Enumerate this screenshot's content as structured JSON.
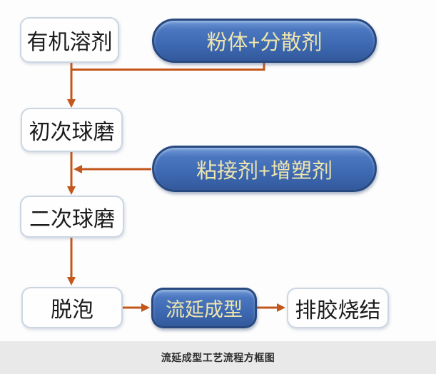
{
  "diagram": {
    "title_caption": "流延成型工艺流程方框图",
    "nodes": {
      "organic_solvent": {
        "label": "有机溶剂",
        "type": "process-box"
      },
      "powder_dispersant": {
        "label": "粉体+分散剂",
        "type": "input-pill"
      },
      "first_ball_milling": {
        "label": "初次球磨",
        "type": "process-box"
      },
      "binder_plasticizer": {
        "label": "粘接剂+增塑剂",
        "type": "input-pill"
      },
      "second_ball_milling": {
        "label": "二次球磨",
        "type": "process-box"
      },
      "defoaming": {
        "label": "脱泡",
        "type": "process-box"
      },
      "tape_casting": {
        "label": "流延成型",
        "type": "highlight-pill"
      },
      "debinding_sintering": {
        "label": "排胶烧结",
        "type": "process-box"
      }
    },
    "edges": [
      {
        "from": "organic_solvent",
        "to": "first_ball_milling"
      },
      {
        "from": "powder_dispersant",
        "to": "first_ball_milling"
      },
      {
        "from": "first_ball_milling",
        "to": "second_ball_milling"
      },
      {
        "from": "binder_plasticizer",
        "to": "second_ball_milling"
      },
      {
        "from": "second_ball_milling",
        "to": "defoaming"
      },
      {
        "from": "defoaming",
        "to": "tape_casting"
      },
      {
        "from": "tape_casting",
        "to": "debinding_sintering"
      }
    ],
    "colors": {
      "pill_blue": "#3f6cb5",
      "pill_border": "#27497f",
      "pill_text": "#efe5ad",
      "arrow": "#c3561a",
      "box_border": "#ccd6e1",
      "box_text": "#1b1b1b",
      "caption_bg": "#e9e9e9",
      "caption_text": "#2d2d2d"
    }
  }
}
